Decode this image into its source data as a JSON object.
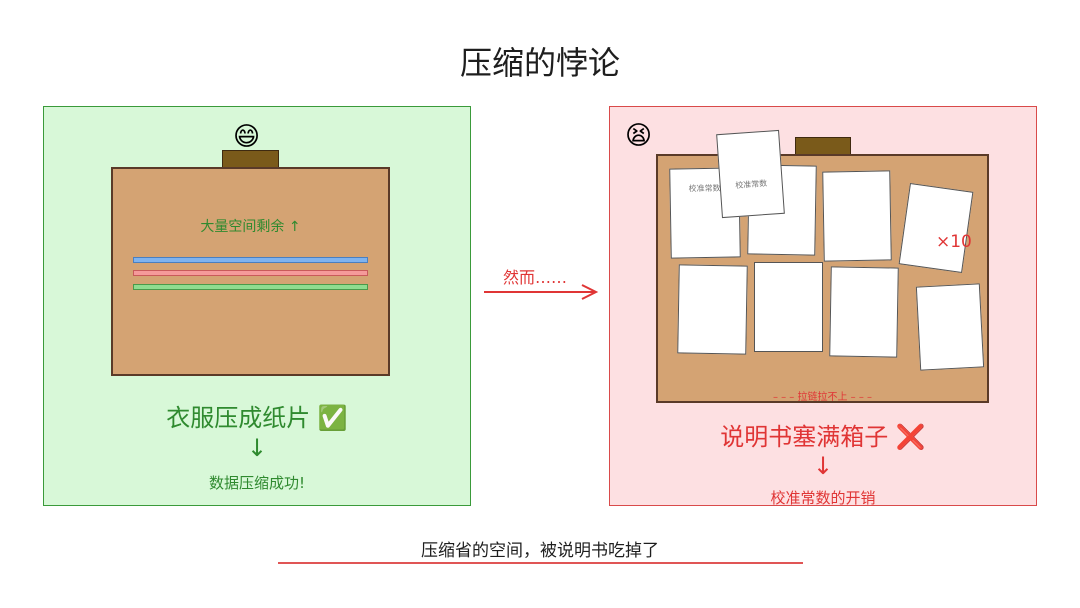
{
  "title": "压缩的悖论",
  "left_panel": {
    "emoji": "😄",
    "space_note": "大量空间剩余 ↑",
    "caption": "衣服压成纸片 ✅",
    "arrow": "↓",
    "result": "数据压缩成功!",
    "stripe_colors": [
      "#7fb3ef",
      "#f59a9a",
      "#8fdc8f"
    ]
  },
  "middle": {
    "label": "然而……"
  },
  "right_panel": {
    "emoji": "😫",
    "paper_label": "校准常数",
    "multiplier": "×10",
    "zipper_note": "– – – 拉链拉不上 – – –",
    "caption": "说明书塞满箱子 ❌",
    "arrow": "↓",
    "result": "校准常数的开销"
  },
  "footer": {
    "caption": "压缩省的空间，被说明书吃掉了"
  },
  "colors": {
    "green": "#2f8a2f",
    "red": "#e03535",
    "box": "#d4a373"
  }
}
